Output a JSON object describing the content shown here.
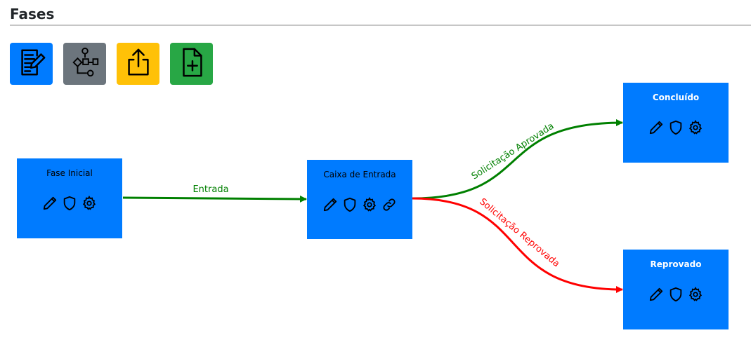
{
  "header": {
    "title": "Fases"
  },
  "toolbar": [
    {
      "name": "edit-document-button",
      "icon": "document-edit-icon",
      "color": "#007bff"
    },
    {
      "name": "workflow-diagram-button",
      "icon": "flowchart-icon",
      "color": "#6c757d"
    },
    {
      "name": "export-button",
      "icon": "share-upload-icon",
      "color": "#ffc107"
    },
    {
      "name": "add-phase-button",
      "icon": "file-plus-icon",
      "color": "#28a745"
    }
  ],
  "nodes": {
    "fase_inicial": {
      "label": "Fase Inicial",
      "icons": [
        "pencil-icon",
        "shield-icon",
        "gear-icon"
      ]
    },
    "caixa_entrada": {
      "label": "Caixa de Entrada",
      "icons": [
        "pencil-icon",
        "shield-icon",
        "gear-icon",
        "link-icon"
      ]
    },
    "concluido": {
      "label": "Concluído",
      "icons": [
        "pencil-icon",
        "shield-icon",
        "gear-icon"
      ]
    },
    "reprovado": {
      "label": "Reprovado",
      "icons": [
        "pencil-icon",
        "shield-icon",
        "gear-icon"
      ]
    }
  },
  "edges": {
    "entrada": {
      "label": "Entrada",
      "color": "#008000"
    },
    "aprovada": {
      "label": "Solicitação Aprovada",
      "color": "#008000"
    },
    "reprovada": {
      "label": "Solicitação Reprovada",
      "color": "#ff0000"
    }
  },
  "colors": {
    "node_bg": "#007bff",
    "approve": "#008000",
    "reject": "#ff0000"
  }
}
